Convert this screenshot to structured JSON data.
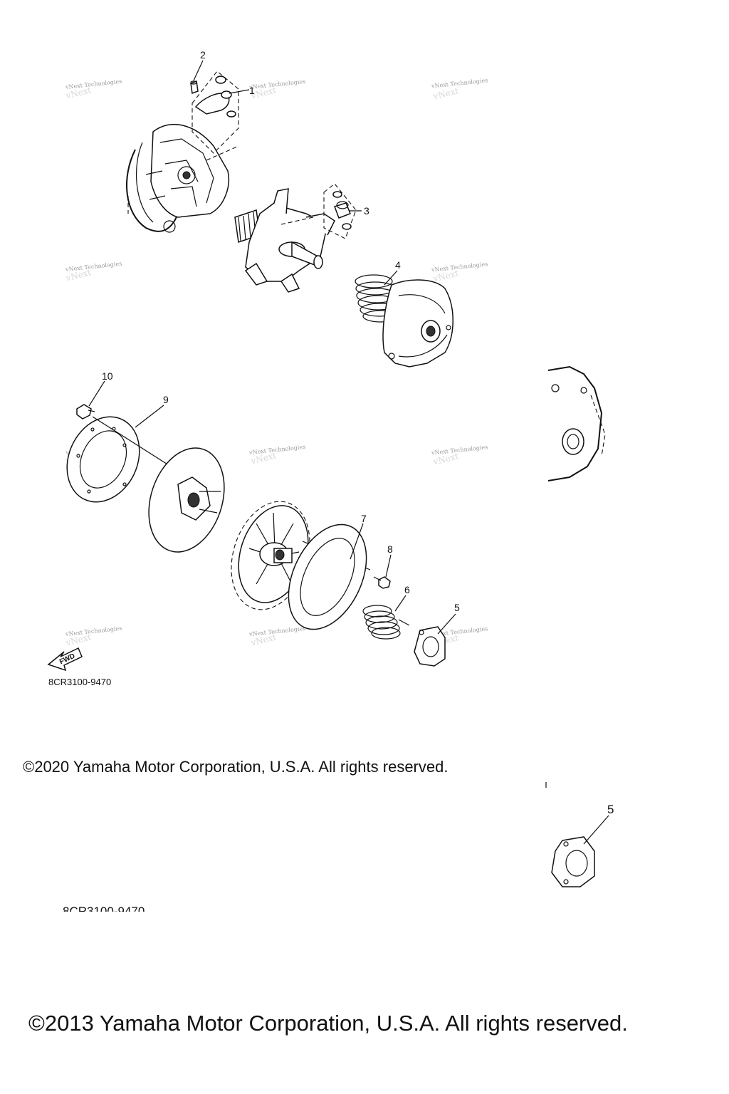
{
  "diagram": {
    "callouts": [
      "1",
      "2",
      "3",
      "4",
      "5",
      "6",
      "7",
      "8",
      "9",
      "10"
    ],
    "callout_5_second": "5",
    "watermark": "vNext Technologies",
    "fwd_label": "FWD",
    "part_code": "8CR3100-9470",
    "copyright_2020": "©2020 Yamaha Motor Corporation, U.S.A. All rights reserved.",
    "copyright_2013": "©2013 Yamaha Motor Corporation, U.S.A. All rights reserved.",
    "ghost_part_code": "8CR3100-9470"
  }
}
